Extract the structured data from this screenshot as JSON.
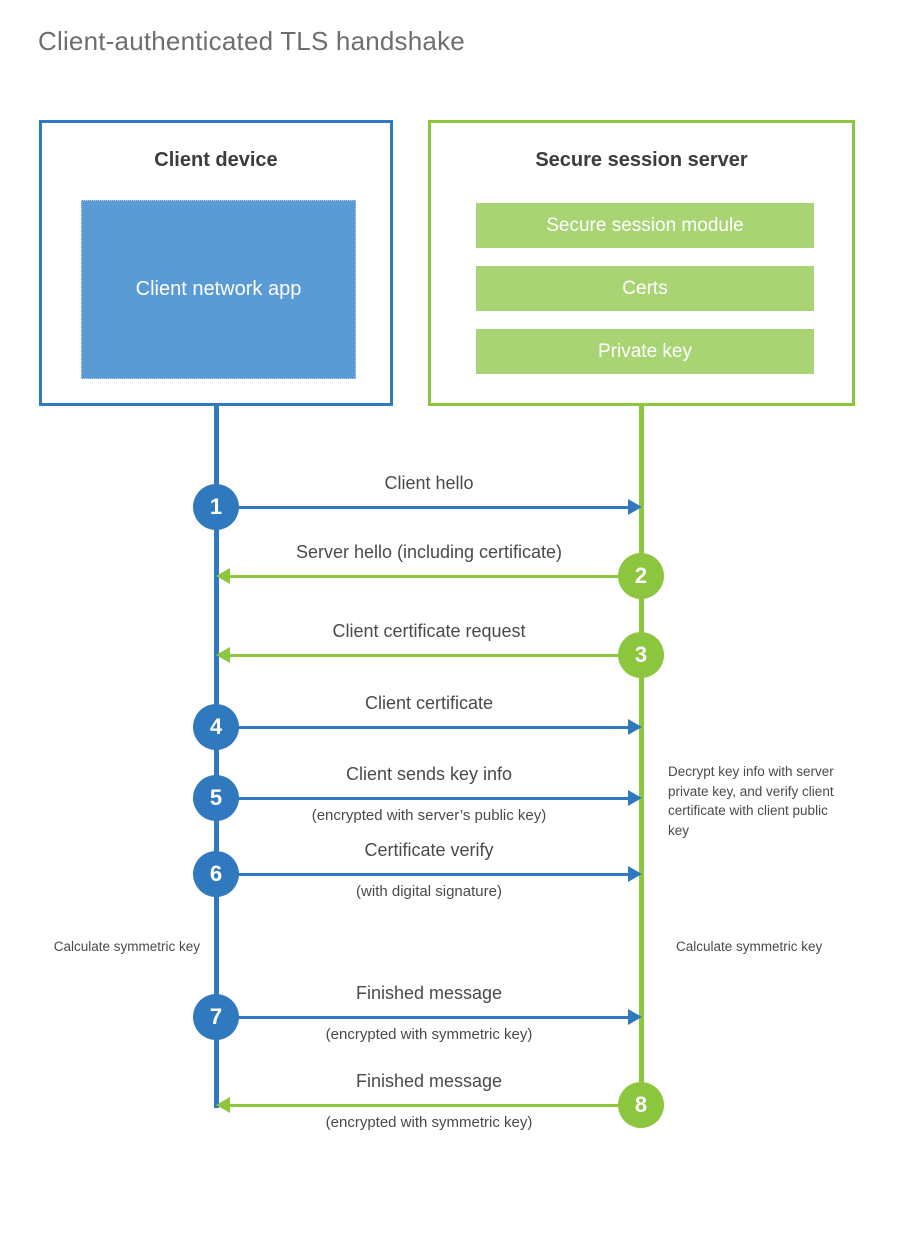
{
  "title": "Client-authenticated TLS handshake",
  "colors": {
    "client_blue": "#3179be",
    "client_app_fill": "#5b9bd5",
    "server_green": "#8cc63e",
    "server_bar_fill": "#a9d473",
    "text_gray": "#4a4a4a",
    "title_gray": "#6e6e6e",
    "heading_dark": "#3c3c3c"
  },
  "entities": {
    "client": {
      "title": "Client device",
      "app_label": "Client network app"
    },
    "server": {
      "title": "Secure session server",
      "bars": [
        {
          "label": "Secure session module"
        },
        {
          "label": "Certs"
        },
        {
          "label": "Private key"
        }
      ]
    }
  },
  "messages": [
    {
      "step": "1",
      "label": "Client hello",
      "sublabel": "",
      "direction": "client-to-server",
      "color": "#3179be"
    },
    {
      "step": "2",
      "label": "Server hello (including certificate)",
      "sublabel": "",
      "direction": "server-to-client",
      "color": "#8cc63e"
    },
    {
      "step": "3",
      "label": "Client certificate request",
      "sublabel": "",
      "direction": "server-to-client",
      "color": "#8cc63e"
    },
    {
      "step": "4",
      "label": "Client certificate",
      "sublabel": "",
      "direction": "client-to-server",
      "color": "#3179be"
    },
    {
      "step": "5",
      "label": "Client sends key info",
      "sublabel": "(encrypted with server’s public key)",
      "direction": "client-to-server",
      "color": "#3179be"
    },
    {
      "step": "6",
      "label": "Certificate verify",
      "sublabel": "(with digital signature)",
      "direction": "client-to-server",
      "color": "#3179be"
    },
    {
      "step": "7",
      "label": "Finished message",
      "sublabel": "(encrypted with symmetric key)",
      "direction": "client-to-server",
      "color": "#3179be"
    },
    {
      "step": "8",
      "label": "Finished message",
      "sublabel": "(encrypted with symmetric key)",
      "direction": "server-to-client",
      "color": "#8cc63e"
    }
  ],
  "annotations": {
    "server_decrypt": "Decrypt key info with server private key, and verify client certificate with client public key",
    "client_calculate": "Calculate symmetric key",
    "server_calculate": "Calculate symmetric key"
  }
}
